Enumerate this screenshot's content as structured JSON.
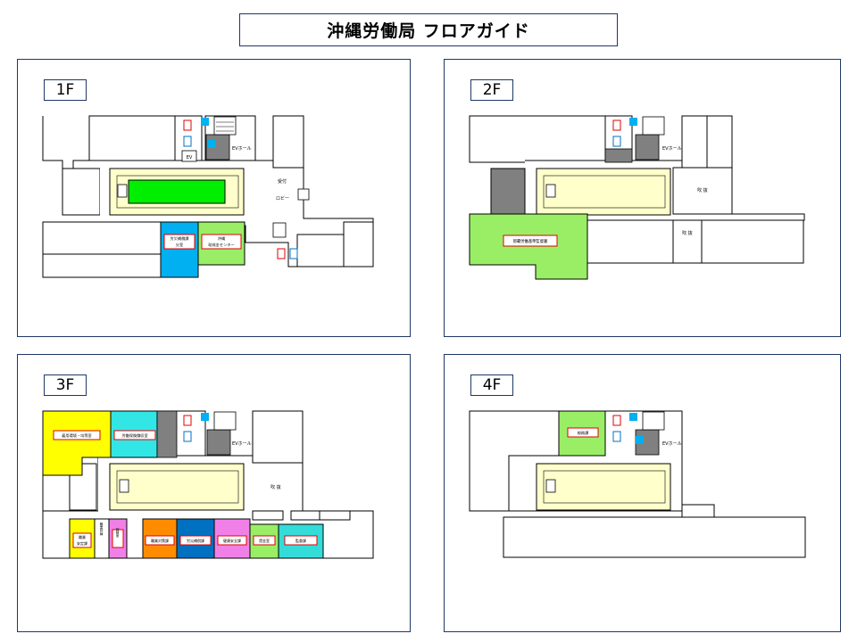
{
  "title": "沖縄労働局 フロアガイド",
  "floors": [
    {
      "label": "1F",
      "rooms": {
        "rousai_bunshitsu": "労災補償課 分室",
        "okinawa_center": "沖縄 助成金センター",
        "ev_hall": "EVホール",
        "lobby": "ロビー",
        "reception": "受付",
        "ev": "EV"
      }
    },
    {
      "label": "2F",
      "rooms": {
        "naha_kantoku": "那覇労働基準監督署",
        "ev_hall": "EVホール",
        "fukinuke_1": "吹 抜",
        "fukinuke_2": "吹 抜"
      }
    },
    {
      "label": "3F",
      "rooms": {
        "koyou_kankyou": "雇用環境・均等室",
        "roudou_hoken": "労働保険徴収室",
        "shokugyou_antei": "職業 安定課",
        "shokugyou_kunren": "職業訓練",
        "kunren_shitsu": "訓練室",
        "shokugyou_taisaku": "職業対策課",
        "rousai_hoshou": "労災補償課",
        "kenkou_anzen": "健康安全課",
        "chingin": "賃金室",
        "kantoku": "監督課",
        "ev_hall": "EVホール",
        "fukinuke": "吹 抜"
      }
    },
    {
      "label": "4F",
      "rooms": {
        "soumu": "総務課",
        "ev_hall": "EVホール"
      }
    }
  ],
  "colors": {
    "panel_border": "#1f3864",
    "atrium_fill": "#ffffcc",
    "green_pool": "#00ee00",
    "light_green": "#99ee66",
    "sky_blue": "#00b0f0",
    "cyan": "#33e6e6",
    "yellow": "#ffff00",
    "orange": "#ff8c00",
    "blue": "#0070c0",
    "pink": "#f080e8",
    "teal": "#33dcd8",
    "gray": "#808080",
    "red_border": "#e00000"
  }
}
